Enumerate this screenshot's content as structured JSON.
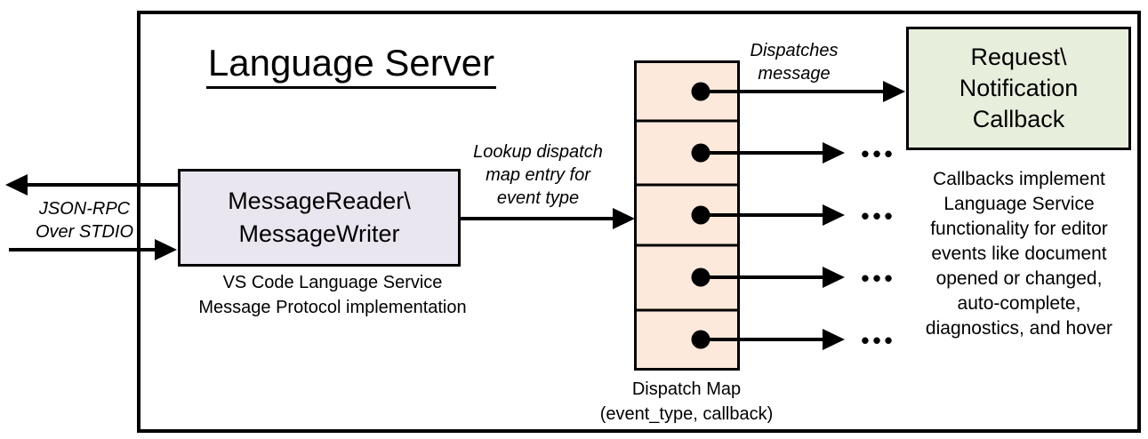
{
  "diagram": {
    "title": "Language Server",
    "stdio_channel": {
      "label": "JSON-RPC\nOver STDIO"
    },
    "message_box": {
      "label": "MessageReader\\\nMessageWriter",
      "caption": "VS Code Language Service\nMessage Protocol implementation"
    },
    "lookup_label": "Lookup dispatch\nmap entry for\nevent type",
    "dispatches_label": "Dispatches\nmessage",
    "dispatch_map": {
      "label": "Dispatch Map\n(event_type, callback)",
      "cell_count": 5
    },
    "callback_box": {
      "label": "Request\\\nNotification\nCallback",
      "caption": "Callbacks implement\nLanguage Service\nfunctionality for editor\nevents like document\nopened or changed,\nauto-complete,\ndiagnostics, and hover"
    },
    "ellipsis": "•••",
    "colors": {
      "message_box_fill": "#e9e6f0",
      "dispatch_cell_fill": "#fce9db",
      "callback_box_fill": "#e7efdc",
      "line": "#000000",
      "background": "#ffffff"
    }
  }
}
